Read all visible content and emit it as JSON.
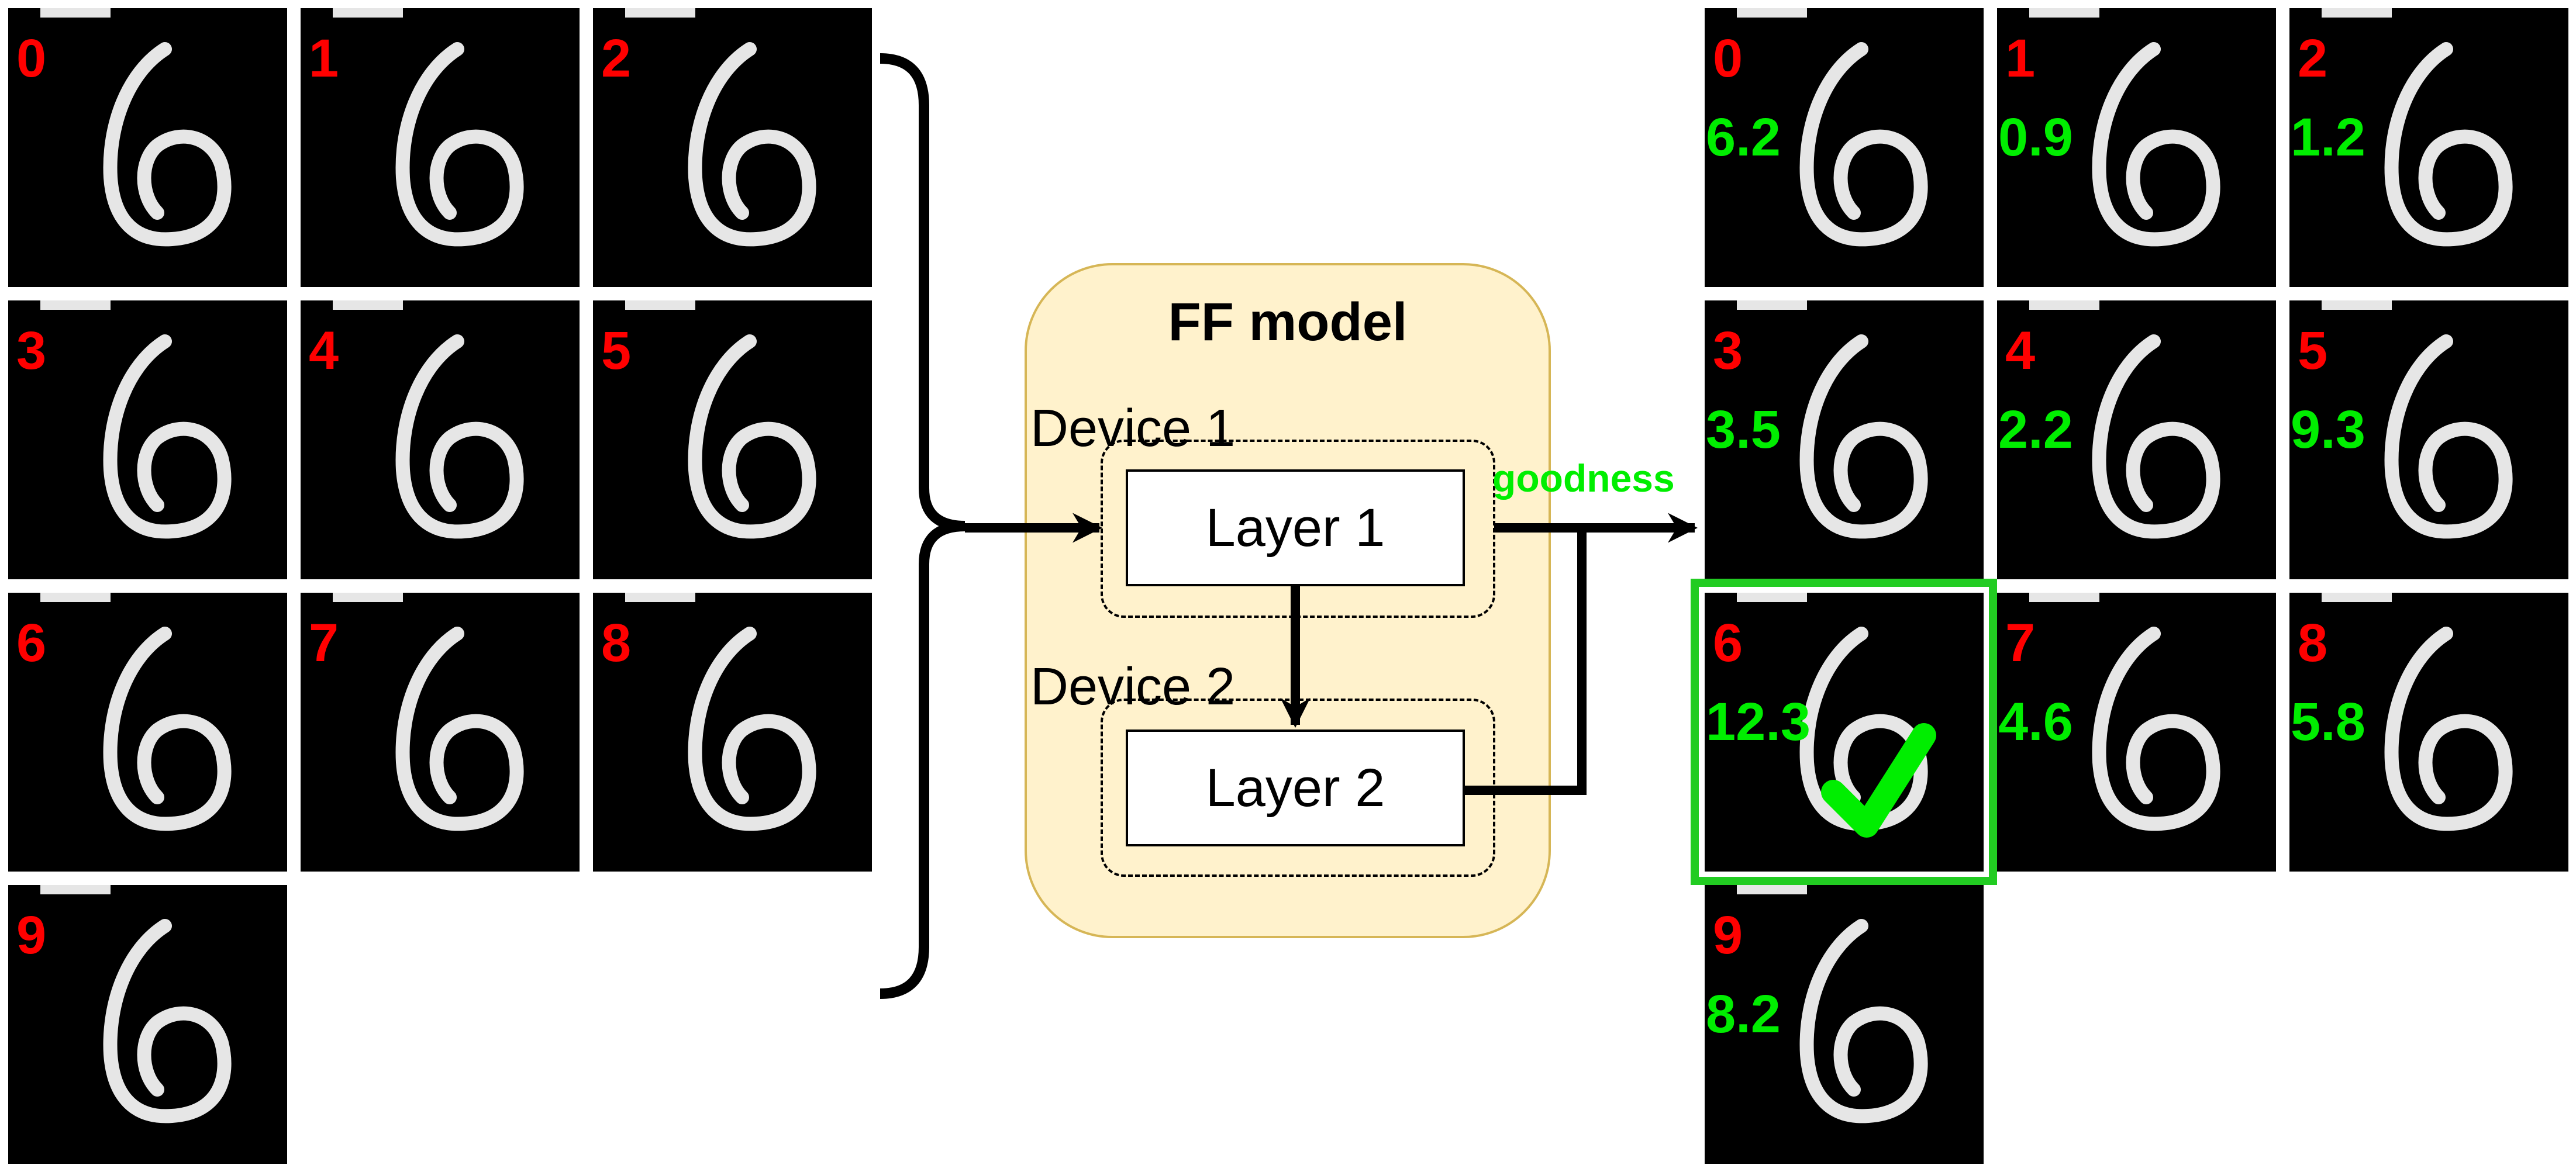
{
  "input_tiles": [
    {
      "label": "0"
    },
    {
      "label": "1"
    },
    {
      "label": "2"
    },
    {
      "label": "3"
    },
    {
      "label": "4"
    },
    {
      "label": "5"
    },
    {
      "label": "6"
    },
    {
      "label": "7"
    },
    {
      "label": "8"
    },
    {
      "label": "9"
    }
  ],
  "model": {
    "title": "FF model",
    "device_1": "Device 1",
    "device_2": "Device 2",
    "layer_1": "Layer 1",
    "layer_2": "Layer 2"
  },
  "output": {
    "arrow_label": "goodness",
    "tiles": [
      {
        "label": "0",
        "goodness": "6.2"
      },
      {
        "label": "1",
        "goodness": "0.9"
      },
      {
        "label": "2",
        "goodness": "1.2"
      },
      {
        "label": "3",
        "goodness": "3.5"
      },
      {
        "label": "4",
        "goodness": "2.2"
      },
      {
        "label": "5",
        "goodness": "9.3"
      },
      {
        "label": "6",
        "goodness": "12.3",
        "selected": true
      },
      {
        "label": "7",
        "goodness": "4.6"
      },
      {
        "label": "8",
        "goodness": "5.8"
      },
      {
        "label": "9",
        "goodness": "8.2"
      }
    ]
  },
  "colors": {
    "label_red": "#ff0000",
    "goodness_green": "#00ee00",
    "model_fill": "#fff2cc",
    "model_border": "#d6b656"
  },
  "icons": {
    "checkmark": "checkmark-icon",
    "digit_image": "handwritten-six-icon"
  }
}
